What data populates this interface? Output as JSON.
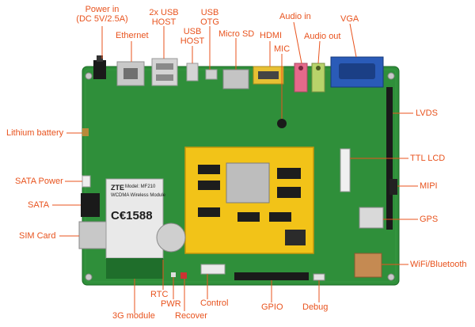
{
  "labels": {
    "power_in_1": "Power in",
    "power_in_2": "(DC 5V/2.5A)",
    "usb_host_2x_1": "2x USB",
    "usb_host_2x_2": "HOST",
    "usb_otg_1": "USB",
    "usb_otg_2": "OTG",
    "audio_in": "Audio in",
    "vga": "VGA",
    "ethernet": "Ethernet",
    "usb_host_1": "USB",
    "usb_host_2": "HOST",
    "micro_sd": "Micro SD",
    "hdmi": "HDMI",
    "audio_out": "Audio out",
    "mic": "MIC",
    "lvds": "LVDS",
    "lithium_battery": "Lithium battery",
    "ttl_lcd": "TTL LCD",
    "sata_power": "SATA Power",
    "mipi": "MIPI",
    "sata": "SATA",
    "gps": "GPS",
    "sim_card": "SIM Card",
    "wifi_bluetooth": "WiFi/Bluetooth",
    "rtc": "RTC",
    "pwr": "PWR",
    "control": "Control",
    "gpio": "GPIO",
    "module_3g": "3G module",
    "recover": "Recover",
    "debug": "Debug"
  },
  "module_3g_print": {
    "brand": "ZTE",
    "model": "Model: MF210",
    "name": "WCDMA Wireless Module",
    "ce": "C€1588"
  },
  "colors": {
    "label": "#e8531e",
    "leader": "#e8531e",
    "board": "#2f8f3a",
    "core_module": "#f2c318"
  }
}
